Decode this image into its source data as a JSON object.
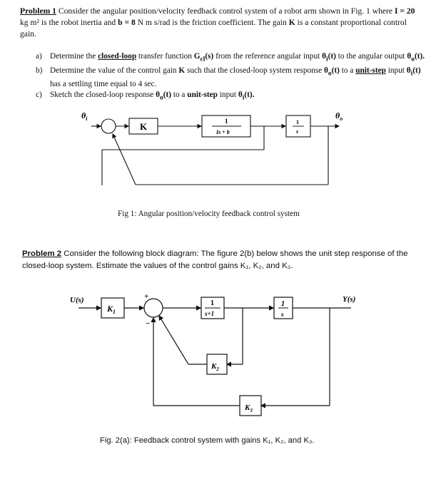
{
  "problem1": {
    "title": "Problem 1",
    "intro_a": " Consider the angular position/velocity feedback control system of a robot arm shown in Fig. 1 where ",
    "I_def": "I = 20",
    "intro_b": " kg m² is the robot inertia and ",
    "b_def": "b = 8",
    "intro_c": " N m s/rad is the friction coefficient. The gain ",
    "K": "K",
    "intro_d": " is a constant proportional control gain.",
    "items": [
      {
        "label": "a)",
        "t1": "Determine the ",
        "bold_u": "closed-loop",
        "t2": " transfer function ",
        "b2": "G",
        "sub": "cl",
        "b3": "(s)",
        "t3": " from the reference angular input ",
        "b4": "θ",
        "sub2": "i",
        "b5": "(t)",
        "t4": " to the angular output ",
        "b6": "θ",
        "sub3": "o",
        "b7": "(t)."
      },
      {
        "label": "b)",
        "t1": "Determine the value of the control gain ",
        "b1": "K",
        "t2": " such that the closed-loop system response ",
        "b2": "θ",
        "sub": "o",
        "b3": "(t)",
        "t3": " to a ",
        "bu": "unit-step",
        "t4": " input ",
        "b4": "θ",
        "sub2": "i",
        "b5": "(t)",
        "t5": " has a settling time equal to 4 sec."
      },
      {
        "label": "c)",
        "t1": "Sketch the closed-loop response ",
        "b1": "θ",
        "sub": "o",
        "b2": "(t)",
        "t2": " to a ",
        "b3": "unit-step",
        "t3": " input ",
        "b4": "θ",
        "sub2": "i",
        "b5": "(t)."
      }
    ],
    "fig": {
      "theta_i": "θ",
      "theta_i_sub": "i",
      "theta_o": "θ",
      "theta_o_sub": "o",
      "gain": "K",
      "tf_num": "1",
      "tf_den": "Is + b",
      "int_num": "1",
      "int_den": "s"
    },
    "caption": "Fig 1: Angular position/velocity feedback control system"
  },
  "problem2": {
    "title": "Problem 2",
    "text": " Consider the following block diagram: The figure 2(b) below shows the unit step response of the closed-loop system. Estimate the values of the control gains K₁, K₂, and K₃.",
    "fig": {
      "input": "U(s)",
      "output": "Y(s)",
      "k1": "K",
      "k1_sub": "1",
      "k2": "K",
      "k2_sub": "2",
      "k3": "K",
      "k3_sub": "3",
      "tf_num": "1",
      "tf_den": "s+1",
      "int_num": "1",
      "int_den": "s",
      "plus": "+",
      "minus": "−"
    },
    "caption": "Fig. 2(a): Feedback control system with gains K₁, K₂, and K₃."
  }
}
